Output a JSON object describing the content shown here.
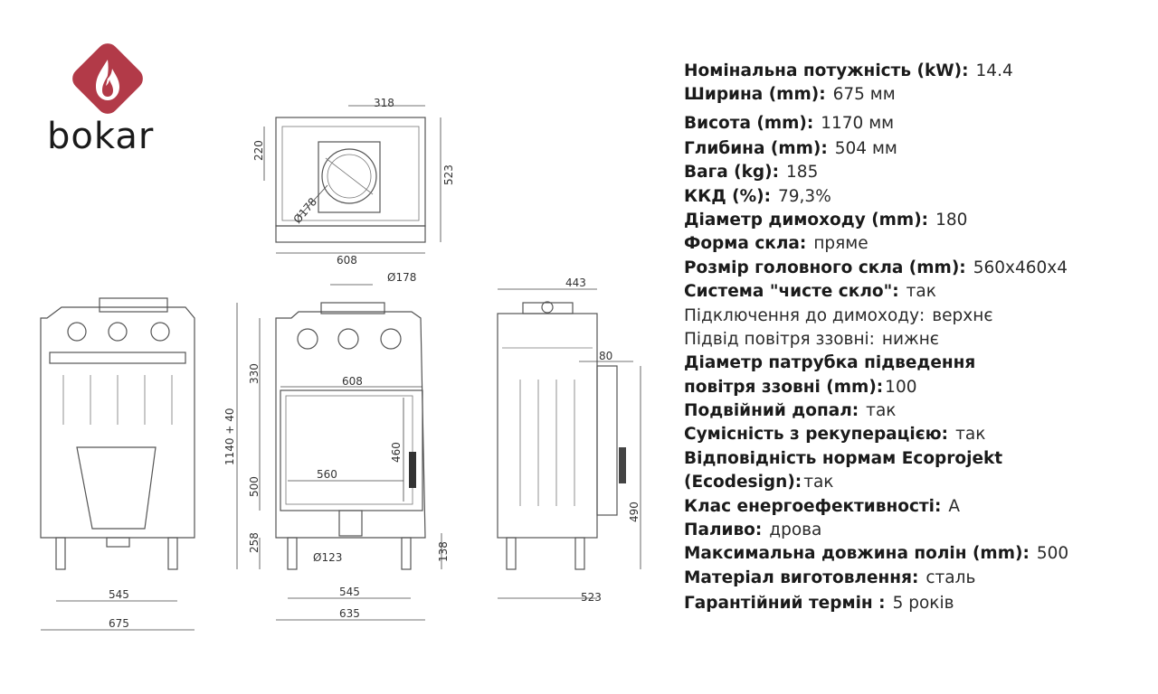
{
  "brand": {
    "name": "bokar",
    "color": "#b23a48"
  },
  "drawings": {
    "top_view": {
      "width_top": "318",
      "side": "220",
      "depth": "523",
      "flue_diameter": "Ø178",
      "width": "608"
    },
    "left_view": {
      "legs": "545",
      "width": "675"
    },
    "front_view": {
      "flue_diameter": "Ø178",
      "height": "1140 + 40",
      "top_section": "330",
      "door_width": "608",
      "glass_height": "460",
      "glass_width": "560",
      "door_height": "500",
      "leg_height": "258",
      "air_diameter": "Ø123",
      "legs": "545",
      "width": "635"
    },
    "side_view": {
      "top_depth": "443",
      "offset": "80",
      "panel_height": "490",
      "air_height": "138",
      "depth": "523"
    }
  },
  "specs": [
    {
      "label": "Номінальна потужність (kW):",
      "value": "14.4"
    },
    {
      "label": "Ширина (mm):",
      "value": "675 мм"
    },
    {
      "label": "Висота (mm):",
      "value": "1170 мм"
    },
    {
      "label": "Глибина (mm):",
      "value": "504 мм"
    },
    {
      "label": "Вага (kg):",
      "value": "185"
    },
    {
      "label": "ККД (%):",
      "value": "79,3%"
    },
    {
      "label": "Діаметр димоходу (mm):",
      "value": "180"
    },
    {
      "label": "Форма скла:",
      "value": "пряме"
    },
    {
      "label": "Розмір головного скла (mm):",
      "value": "560x460x4"
    },
    {
      "label": "Система \"чисте скло\":",
      "value": "так"
    },
    {
      "label": "Підключення до димоходу:",
      "value": "верхнє"
    },
    {
      "label": "Підвід повітря ззовні:",
      "value": "нижнє"
    },
    {
      "label": "Діаметр патрубка підведення",
      "value": ""
    },
    {
      "label": "повітря ззовні (mm):",
      "value": "100"
    },
    {
      "label": "Подвійний допал:",
      "value": "так"
    },
    {
      "label": "Сумісність з рекуперацією:",
      "value": "так"
    },
    {
      "label": "Відповідність нормам Ecoprojekt",
      "value": ""
    },
    {
      "label": "(Ecodesign):",
      "value": "так"
    },
    {
      "label": "Клас енергоефективності:",
      "value": "A"
    },
    {
      "label": "Паливо:",
      "value": "дрова"
    },
    {
      "label": "Максимальна довжина полін (mm):",
      "value": "500"
    },
    {
      "label": "Матеріал виготовлення:",
      "value": "сталь"
    },
    {
      "label": "Гарантійний термін :",
      "value": "5 років"
    }
  ]
}
